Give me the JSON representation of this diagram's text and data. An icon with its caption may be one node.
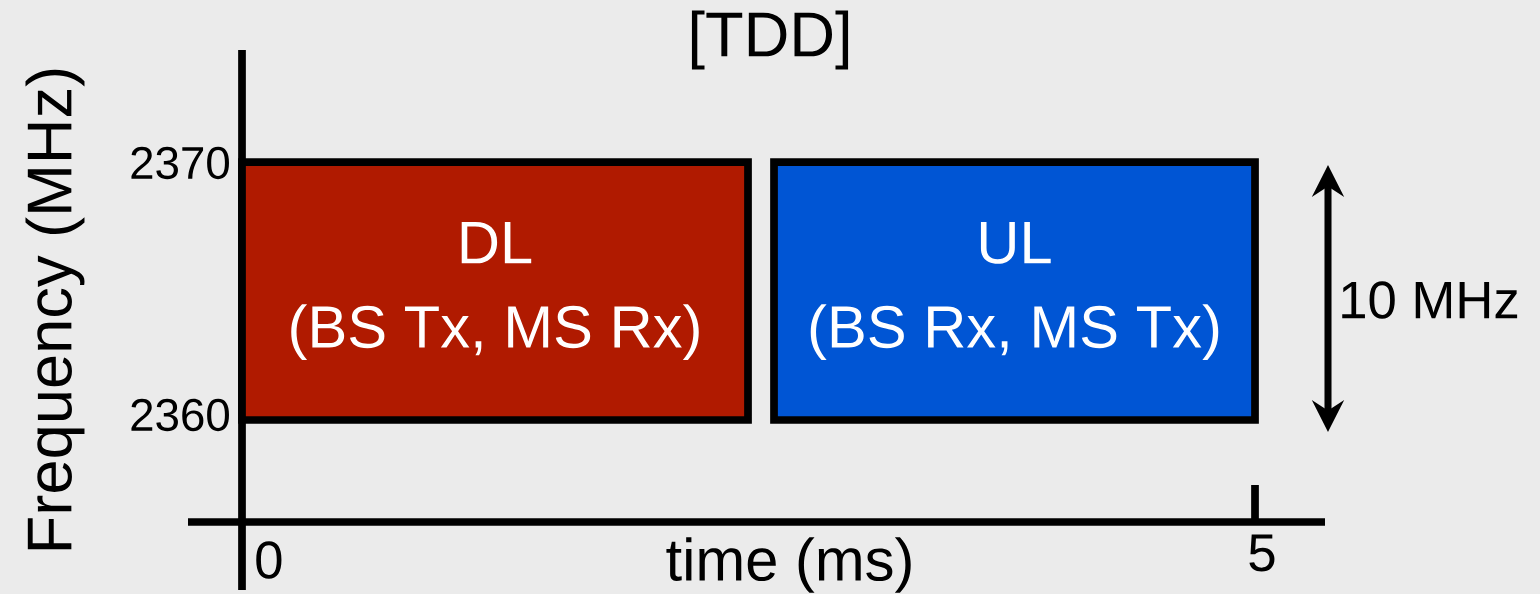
{
  "diagram": {
    "title": "[TDD]",
    "nodes": [
      {
        "text": [
          "DL",
          "(BS Tx, MS Rx)"
        ]
      },
      {
        "text": [
          "UL",
          "(BS Rx, MS Tx)"
        ]
      }
    ],
    "labels": [
      "Frequency (MHz)",
      "2370",
      "2360",
      "10 MHz",
      "0",
      "time (ms)",
      "5"
    ]
  }
}
